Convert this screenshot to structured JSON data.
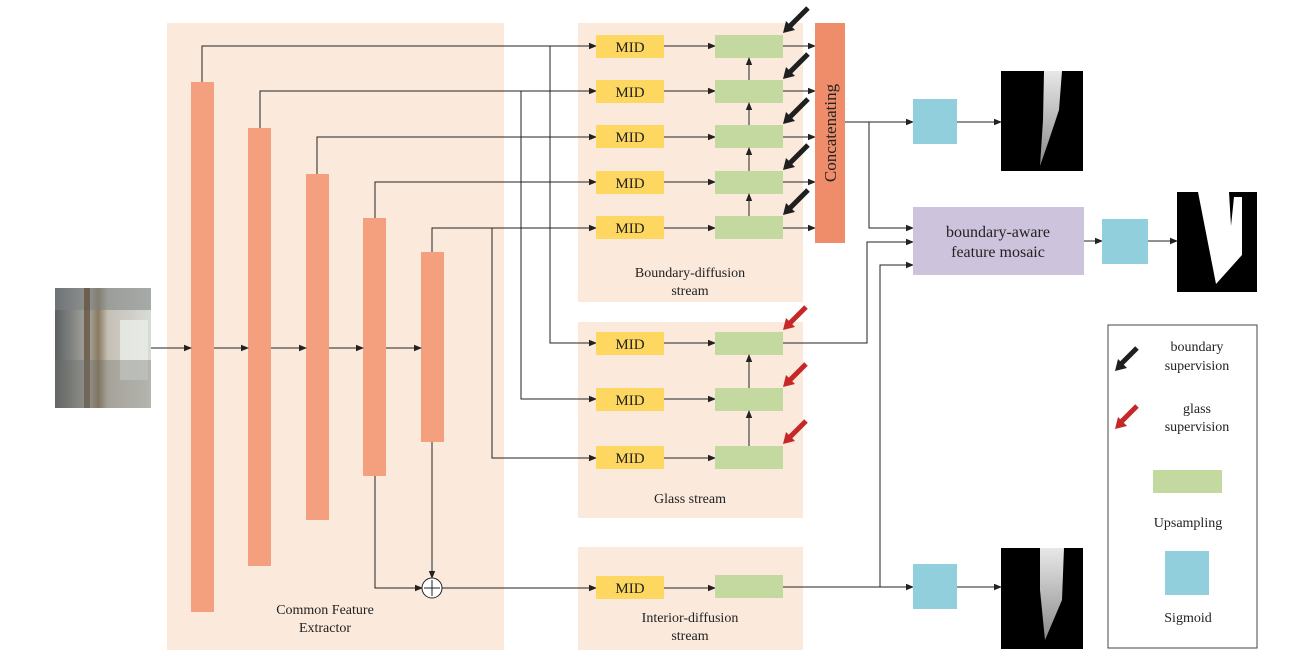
{
  "colors": {
    "panel_bg": "#fbe9dc",
    "encoder_block": "#f4a07e",
    "mid_block": "#fdd75f",
    "upsample_block": "#c3d9a0",
    "sigmoid_block": "#92cfdc",
    "mosaic_block": "#cdc3dc",
    "concat_block": "#ef8c6a",
    "boundary_arrow": "#1f1f1f",
    "glass_arrow": "#c62828"
  },
  "labels": {
    "extractor": [
      "Common Feature",
      "Extractor"
    ],
    "boundary_stream": [
      "Boundary-diffusion",
      "stream"
    ],
    "glass_stream": "Glass stream",
    "interior_stream": [
      "Interior-diffusion",
      "stream"
    ],
    "concatenating": "Concatenating",
    "mid": "MID",
    "mosaic": [
      "boundary-aware",
      "feature mosaic"
    ],
    "plus": "+"
  },
  "legend": {
    "boundary": [
      "boundary",
      "supervision"
    ],
    "glass": [
      "glass",
      "supervision"
    ],
    "upsampling": "Upsampling",
    "sigmoid": "Sigmoid"
  }
}
